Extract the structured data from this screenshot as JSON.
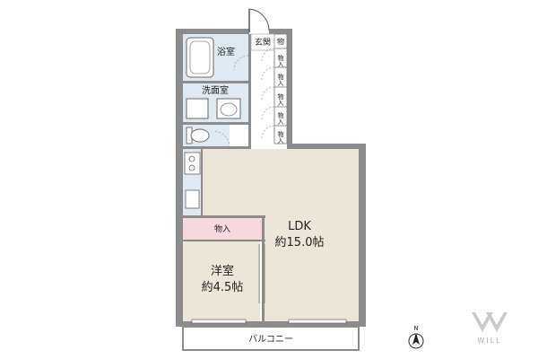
{
  "rooms": {
    "bath": "浴室",
    "entrance": "玄関",
    "washroom": "洗面室",
    "ldk_name": "LDK",
    "ldk_size": "約15.0帖",
    "western_name": "洋室",
    "western_size": "約4.5帖",
    "balcony": "バルコニー"
  },
  "storage": {
    "label": "物入",
    "top": "物",
    "closet_label": "物入"
  },
  "compass": {
    "north": "N"
  },
  "logo": {
    "text": "WILL"
  },
  "colors": {
    "wall": "#8c8c8c",
    "wet_area": "#dfe9f2",
    "living": "#ece6d8",
    "closet": "#f6d8df",
    "floor": "#ffffff"
  }
}
